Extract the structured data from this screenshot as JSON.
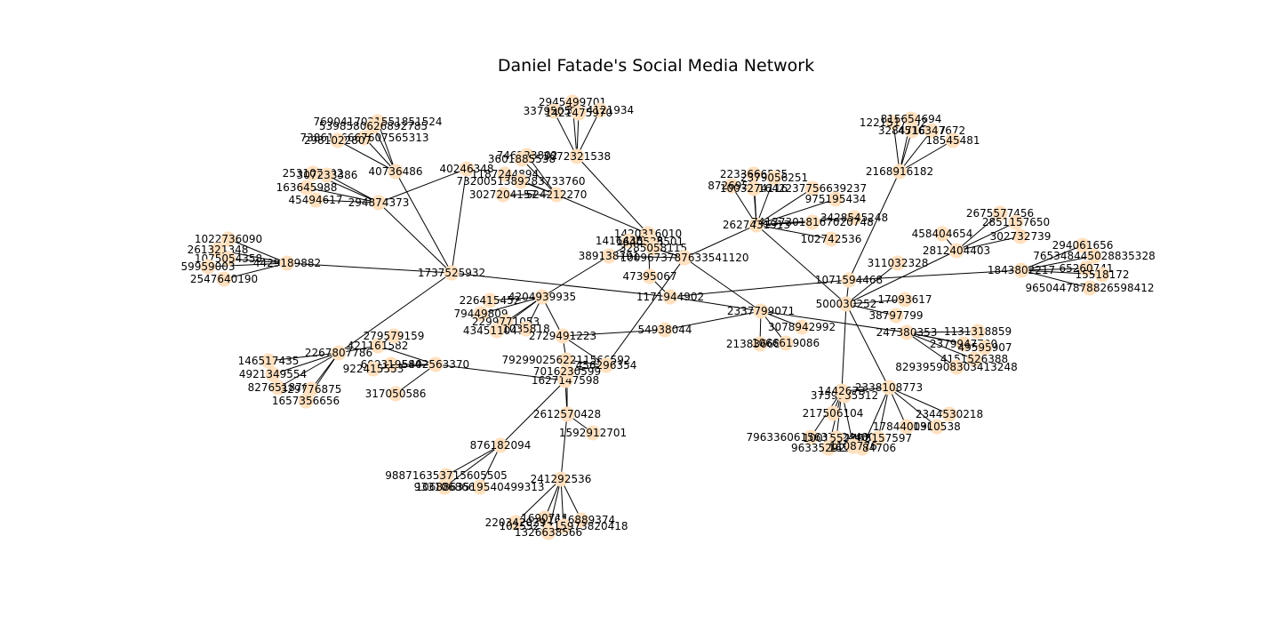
{
  "title": "Daniel Fatade's Social Media Network",
  "colors": {
    "node": "#ffe0bf",
    "edge": "#000000",
    "background": "#ffffff"
  },
  "nodes": [
    {
      "id": "1737525932"
    },
    {
      "id": "40736486"
    },
    {
      "id": "294874373"
    },
    {
      "id": "40246348"
    },
    {
      "id": "4429189882"
    },
    {
      "id": "2267807786"
    },
    {
      "id": "7690417021551851524"
    },
    {
      "id": "5398580626892785"
    },
    {
      "id": "7386176667607565313"
    },
    {
      "id": "2981022807"
    },
    {
      "id": "253107592"
    },
    {
      "id": "307233386"
    },
    {
      "id": "163645988"
    },
    {
      "id": "45494617"
    },
    {
      "id": "1022736090"
    },
    {
      "id": "261321348"
    },
    {
      "id": "1075054358"
    },
    {
      "id": "59959003"
    },
    {
      "id": "2547640190"
    },
    {
      "id": "146517435"
    },
    {
      "id": "4921349554"
    },
    {
      "id": "827651876"
    },
    {
      "id": "329776875"
    },
    {
      "id": "1657356656"
    },
    {
      "id": "421161582"
    },
    {
      "id": "279579159"
    },
    {
      "id": "609319584"
    },
    {
      "id": "922415553"
    },
    {
      "id": "5402563370"
    },
    {
      "id": "317050586"
    },
    {
      "id": "1627147598"
    },
    {
      "id": "7016230599"
    },
    {
      "id": "2612570428"
    },
    {
      "id": "1592912701"
    },
    {
      "id": "876182094"
    },
    {
      "id": "241292536"
    },
    {
      "id": "988716353715605505"
    },
    {
      "id": "933106866"
    },
    {
      "id": "1068863519540499313"
    },
    {
      "id": "1690711"
    },
    {
      "id": "1616889374"
    },
    {
      "id": "220342029"
    },
    {
      "id": "1025521215973820418"
    },
    {
      "id": "1326638566"
    },
    {
      "id": "2945499701"
    },
    {
      "id": "337950512"
    },
    {
      "id": "3364121934"
    },
    {
      "id": "1421475970"
    },
    {
      "id": "746233802"
    },
    {
      "id": "3072321538"
    },
    {
      "id": "3601885538"
    },
    {
      "id": "1187244894"
    },
    {
      "id": "7320051389283733760"
    },
    {
      "id": "3027204157"
    },
    {
      "id": "524212270"
    },
    {
      "id": "1420316010"
    },
    {
      "id": "1416438658"
    },
    {
      "id": "1640538501"
    },
    {
      "id": "3285058115"
    },
    {
      "id": "389138791"
    },
    {
      "id": "1009673787633541120"
    },
    {
      "id": "47395067"
    },
    {
      "id": "226415452"
    },
    {
      "id": "4204939935"
    },
    {
      "id": "79449809"
    },
    {
      "id": "2299771053"
    },
    {
      "id": "4345110473"
    },
    {
      "id": "1035818"
    },
    {
      "id": "2729491223"
    },
    {
      "id": "7929902562211566592"
    },
    {
      "id": "456296354"
    },
    {
      "id": "1171944902"
    },
    {
      "id": "54938044"
    },
    {
      "id": "2337799071"
    },
    {
      "id": "3078942992"
    },
    {
      "id": "2138366860"
    },
    {
      "id": "1066619086"
    },
    {
      "id": "2627431913"
    },
    {
      "id": "2233666585"
    },
    {
      "id": "2379056251"
    },
    {
      "id": "8726955"
    },
    {
      "id": "1003274116"
    },
    {
      "id": "1642237756639237"
    },
    {
      "id": "975195434"
    },
    {
      "id": "3428545248"
    },
    {
      "id": "741373018167020748"
    },
    {
      "id": "102742536"
    },
    {
      "id": "1071594468"
    },
    {
      "id": "500030252"
    },
    {
      "id": "17093617"
    },
    {
      "id": "38797799"
    },
    {
      "id": "311032328"
    },
    {
      "id": "2168916182"
    },
    {
      "id": "1221517852"
    },
    {
      "id": "815654694"
    },
    {
      "id": "3284716137"
    },
    {
      "id": "4516347672"
    },
    {
      "id": "18545481"
    },
    {
      "id": "458404654"
    },
    {
      "id": "2812404403"
    },
    {
      "id": "2675577456"
    },
    {
      "id": "2851157650"
    },
    {
      "id": "302732739"
    },
    {
      "id": "1843802217"
    },
    {
      "id": "294061656"
    },
    {
      "id": "765348445028835328"
    },
    {
      "id": "65260741"
    },
    {
      "id": "15518172"
    },
    {
      "id": "9650447878826598412"
    },
    {
      "id": "247380353"
    },
    {
      "id": "1131318859"
    },
    {
      "id": "2379947790"
    },
    {
      "id": "49595907"
    },
    {
      "id": "4151526388"
    },
    {
      "id": "829395908303413248"
    },
    {
      "id": "2338108773"
    },
    {
      "id": "3759935512"
    },
    {
      "id": "1442673"
    },
    {
      "id": "217506104"
    },
    {
      "id": "2344530218"
    },
    {
      "id": "1784400905"
    },
    {
      "id": "1310538"
    },
    {
      "id": "7963360615637524480"
    },
    {
      "id": "1001552702"
    },
    {
      "id": "1465157597"
    },
    {
      "id": "96335292161"
    },
    {
      "id": "1656784706"
    },
    {
      "id": "1108776"
    }
  ],
  "edges": [
    [
      "1737525932",
      "40736486"
    ],
    [
      "1737525932",
      "294874373"
    ],
    [
      "1737525932",
      "40246348"
    ],
    [
      "1737525932",
      "4429189882"
    ],
    [
      "1737525932",
      "2267807786"
    ],
    [
      "1737525932",
      "1171944902"
    ],
    [
      "40736486",
      "7690417021551851524"
    ],
    [
      "40736486",
      "5398580626892785"
    ],
    [
      "40736486",
      "7386176667607565313"
    ],
    [
      "40736486",
      "2981022807"
    ],
    [
      "294874373",
      "253107592"
    ],
    [
      "294874373",
      "307233386"
    ],
    [
      "294874373",
      "163645988"
    ],
    [
      "294874373",
      "45494617"
    ],
    [
      "4429189882",
      "1022736090"
    ],
    [
      "4429189882",
      "261321348"
    ],
    [
      "4429189882",
      "1075054358"
    ],
    [
      "4429189882",
      "59959003"
    ],
    [
      "4429189882",
      "2547640190"
    ],
    [
      "2267807786",
      "146517435"
    ],
    [
      "2267807786",
      "4921349554"
    ],
    [
      "2267807786",
      "827651876"
    ],
    [
      "2267807786",
      "329776875"
    ],
    [
      "2267807786",
      "1657356656"
    ],
    [
      "2267807786",
      "421161582"
    ],
    [
      "421161582",
      "279579159"
    ],
    [
      "421161582",
      "5402563370"
    ],
    [
      "609319584",
      "5402563370"
    ],
    [
      "922415553",
      "5402563370"
    ],
    [
      "5402563370",
      "317050586"
    ],
    [
      "5402563370",
      "1627147598"
    ],
    [
      "1627147598",
      "2612570428"
    ],
    [
      "7016230599",
      "2612570428"
    ],
    [
      "2612570428",
      "1592912701"
    ],
    [
      "1627147598",
      "876182094"
    ],
    [
      "2612570428",
      "241292536"
    ],
    [
      "876182094",
      "988716353715605505"
    ],
    [
      "876182094",
      "933106866"
    ],
    [
      "876182094",
      "1068863519540499313"
    ],
    [
      "241292536",
      "1690711"
    ],
    [
      "241292536",
      "1616889374"
    ],
    [
      "241292536",
      "220342029"
    ],
    [
      "241292536",
      "1025521215973820418"
    ],
    [
      "241292536",
      "1326638566"
    ],
    [
      "3072321538",
      "2945499701"
    ],
    [
      "3072321538",
      "337950512"
    ],
    [
      "3072321538",
      "3364121934"
    ],
    [
      "3072321538",
      "1421475970"
    ],
    [
      "524212270",
      "746233802"
    ],
    [
      "524212270",
      "3601885538"
    ],
    [
      "524212270",
      "1187244894"
    ],
    [
      "524212270",
      "7320051389283733760"
    ],
    [
      "524212270",
      "3027204157"
    ],
    [
      "524212270",
      "1420316010"
    ],
    [
      "3072321538",
      "1420316010"
    ],
    [
      "40246348",
      "294874373"
    ],
    [
      "1420316010",
      "1416438658"
    ],
    [
      "1420316010",
      "1640538501"
    ],
    [
      "1420316010",
      "389138791"
    ],
    [
      "1420316010",
      "47395067"
    ],
    [
      "1009673787633541120",
      "1416438658"
    ],
    [
      "1009673787633541120",
      "3285058115"
    ],
    [
      "1009673787633541120",
      "389138791"
    ],
    [
      "1009673787633541120",
      "2627431913"
    ],
    [
      "1009673787633541120",
      "2337799071"
    ],
    [
      "1009673787633541120",
      "456296354"
    ],
    [
      "4204939935",
      "389138791"
    ],
    [
      "4204939935",
      "226415452"
    ],
    [
      "4204939935",
      "79449809"
    ],
    [
      "4204939935",
      "2299771053"
    ],
    [
      "4204939935",
      "4345110473"
    ],
    [
      "4204939935",
      "1035818"
    ],
    [
      "4204939935",
      "2729491223"
    ],
    [
      "1171944902",
      "47395067"
    ],
    [
      "1171944902",
      "1071594468"
    ],
    [
      "1171944902",
      "2337799071"
    ],
    [
      "2729491223",
      "54938044"
    ],
    [
      "2729491223",
      "7929902562211566592"
    ],
    [
      "54938044",
      "2337799071"
    ],
    [
      "2337799071",
      "3078942992"
    ],
    [
      "2337799071",
      "2138366860"
    ],
    [
      "2337799071",
      "1066619086"
    ],
    [
      "2337799071",
      "247380353"
    ],
    [
      "2627431913",
      "2233666585"
    ],
    [
      "2627431913",
      "2379056251"
    ],
    [
      "2627431913",
      "8726955"
    ],
    [
      "2627431913",
      "1003274116"
    ],
    [
      "2627431913",
      "1642237756639237"
    ],
    [
      "2627431913",
      "975195434"
    ],
    [
      "2627431913",
      "3428545248"
    ],
    [
      "2627431913",
      "741373018167020748"
    ],
    [
      "2627431913",
      "102742536"
    ],
    [
      "2627431913",
      "500030252"
    ],
    [
      "500030252",
      "1071594468"
    ],
    [
      "500030252",
      "17093617"
    ],
    [
      "500030252",
      "38797799"
    ],
    [
      "500030252",
      "311032328"
    ],
    [
      "500030252",
      "2812404403"
    ],
    [
      "500030252",
      "2338108773"
    ],
    [
      "500030252",
      "1442673"
    ],
    [
      "1071594468",
      "2168916182"
    ],
    [
      "1071594468",
      "1843802217"
    ],
    [
      "2168916182",
      "1221517852"
    ],
    [
      "2168916182",
      "815654694"
    ],
    [
      "2168916182",
      "3284716137"
    ],
    [
      "2168916182",
      "4516347672"
    ],
    [
      "2168916182",
      "18545481"
    ],
    [
      "2812404403",
      "458404654"
    ],
    [
      "2812404403",
      "2675577456"
    ],
    [
      "2812404403",
      "2851157650"
    ],
    [
      "2812404403",
      "302732739"
    ],
    [
      "1843802217",
      "294061656"
    ],
    [
      "1843802217",
      "765348445028835328"
    ],
    [
      "1843802217",
      "65260741"
    ],
    [
      "1843802217",
      "15518172"
    ],
    [
      "1843802217",
      "9650447878826598412"
    ],
    [
      "247380353",
      "1131318859"
    ],
    [
      "247380353",
      "2379947790"
    ],
    [
      "247380353",
      "49595907"
    ],
    [
      "247380353",
      "4151526388"
    ],
    [
      "247380353",
      "829395908303413248"
    ],
    [
      "2338108773",
      "2344530218"
    ],
    [
      "2338108773",
      "1784400905"
    ],
    [
      "2338108773",
      "1310538"
    ],
    [
      "2338108773",
      "1465157597"
    ],
    [
      "2338108773",
      "1656784706"
    ],
    [
      "2338108773",
      "1442673"
    ],
    [
      "1442673",
      "3759935512"
    ],
    [
      "1442673",
      "217506104"
    ],
    [
      "1442673",
      "7963360615637524480"
    ],
    [
      "1442673",
      "1001552702"
    ],
    [
      "1442673",
      "96335292161"
    ],
    [
      "1442673",
      "1108776"
    ],
    [
      "456296354",
      "2729491223"
    ],
    [
      "7929902562211566592",
      "456296354"
    ],
    [
      "7016230599",
      "456296354"
    ]
  ]
}
